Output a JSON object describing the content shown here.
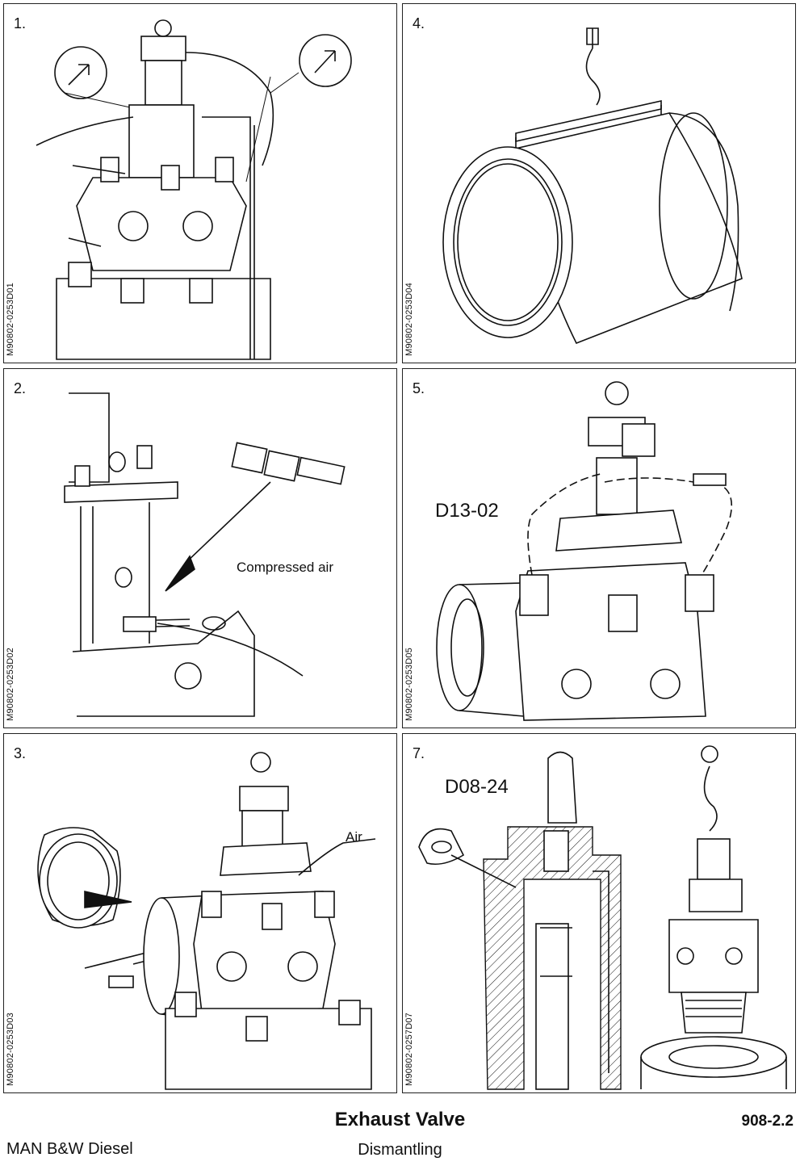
{
  "panels": [
    {
      "number": "1.",
      "code": "M90802-0253D01"
    },
    {
      "number": "4.",
      "code": "M90802-0253D04"
    },
    {
      "number": "2.",
      "code": "M90802-0253D02",
      "label": "Compressed air"
    },
    {
      "number": "5.",
      "code": "M90802-0253D05",
      "ref": "D13-02"
    },
    {
      "number": "3.",
      "code": "M90802-0253D03",
      "label": "Air"
    },
    {
      "number": "7.",
      "code": "M90802-0257D07",
      "ref": "D08-24"
    }
  ],
  "footer": {
    "title": "Exhaust Valve",
    "doc_number": "908-2.2",
    "company": "MAN B&W Diesel",
    "subtitle": "Dismantling"
  }
}
